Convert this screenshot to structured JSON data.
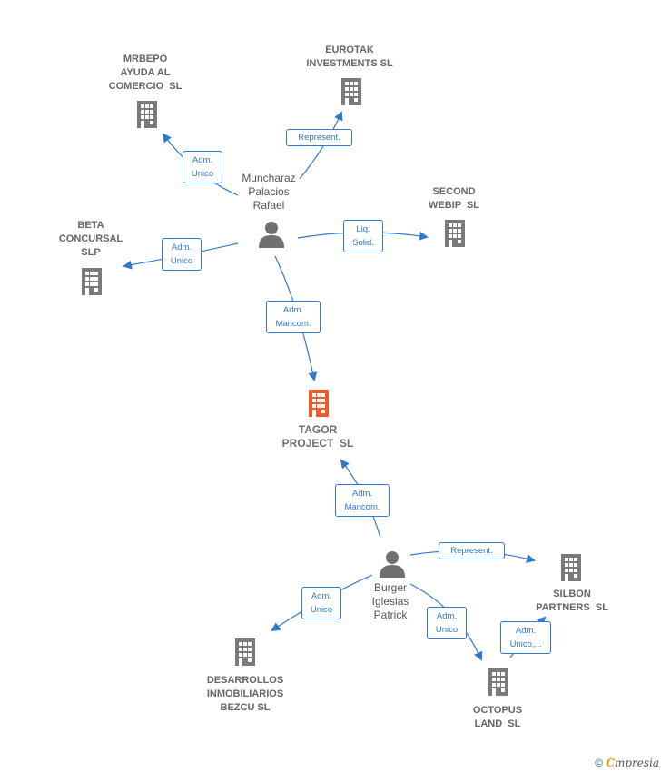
{
  "nodes": {
    "mrbepo": "MRBEPO\nAYUDA AL\nCOMERCIO  SL",
    "eurotak": "EUROTAK\nINVESTMENTS SL",
    "second": "SECOND\nWEBIP  SL",
    "beta": "BETA\nCONCURSAL\nSLP",
    "tagor": "TAGOR\nPROJECT  SL",
    "silbon": "SILBON\nPARTNERS  SL",
    "desarrollos": "DESARROLLOS\nINMOBILIARIOS\nBEZCU SL",
    "octopus": "OCTOPUS\nLAND  SL",
    "muncharaz": "Muncharaz\nPalacios\nRafael",
    "burger": "Burger\nIglesias\nPatrick"
  },
  "relations": {
    "r_mrbepo": "Adm.\nUnico",
    "r_eurotak": "Represent.",
    "r_second": "Liq.\nSolid.",
    "r_beta": "Adm.\nUnico",
    "r_tagor_m": "Adm.\nMancom.",
    "r_tagor_b": "Adm.\nMancom.",
    "r_silbon": "Represent.",
    "r_desarrollos": "Adm.\nUnico",
    "r_octopus": "Adm.\nUnico",
    "r_octopus_silbon": "Adm.\nUnico,..."
  },
  "footer": {
    "copyright": "©",
    "brand_e": "C",
    "brand_rest": "mpresia"
  },
  "colors": {
    "company": "#7a7a7a",
    "focus": "#f05a28",
    "person": "#707070",
    "edge": "#2f7ad0"
  }
}
